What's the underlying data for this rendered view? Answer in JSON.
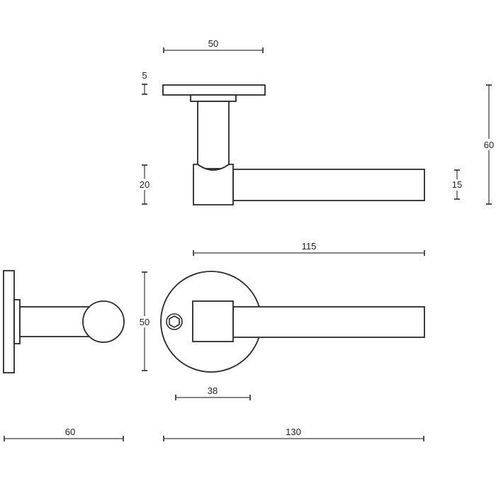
{
  "drawing": {
    "title": "Door lever handle technical drawing",
    "units": "mm",
    "views": [
      "top-view",
      "side-view",
      "front-view"
    ],
    "dimensions": {
      "top_rose_width": "50",
      "top_rose_thickness": "5",
      "block_height": "20",
      "lever_thickness": "15",
      "overall_height": "60",
      "lever_length": "115",
      "rose_diameter": "50",
      "square_offset": "38",
      "projection_depth": "60",
      "overall_length": "130"
    }
  }
}
